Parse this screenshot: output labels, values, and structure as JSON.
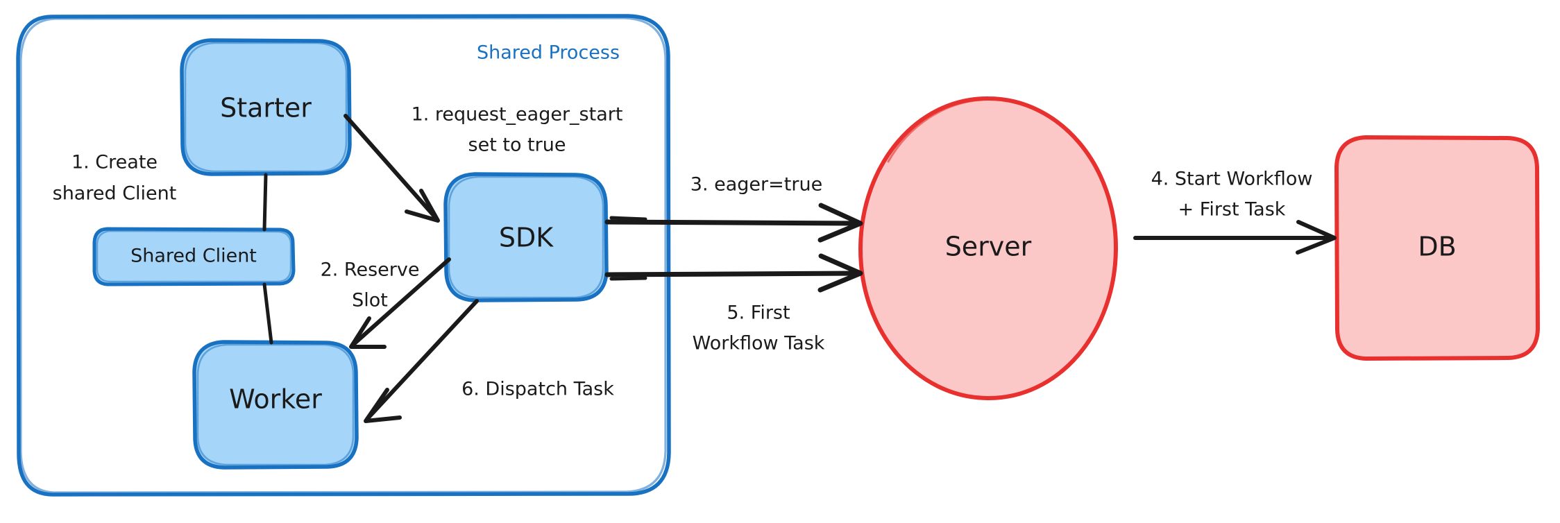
{
  "diagram": {
    "title_visible": false,
    "colors": {
      "blue_fill": "#a5d5f8",
      "blue_stroke": "#1971c2",
      "red_fill": "#fbc7c7",
      "red_stroke": "#e8302f",
      "line": "#1a1a1a",
      "background": "#ffffff"
    },
    "group": {
      "label": "Shared Process"
    },
    "nodes": {
      "starter": "Starter",
      "shared_client": "Shared Client",
      "worker": "Worker",
      "sdk": "SDK",
      "server": "Server",
      "db": "DB"
    },
    "edges": [
      {
        "id": "e1",
        "label": "1. Create\nshared Client",
        "line1": "1. Create",
        "line2": "shared Client"
      },
      {
        "id": "e2",
        "label": "1. request_eager_start\nset to true",
        "line1": "1. request_eager_start",
        "line2": "set to true"
      },
      {
        "id": "e3",
        "label": "2. Reserve\nSlot",
        "line1": "2. Reserve",
        "line2": "Slot"
      },
      {
        "id": "e4",
        "label": "3. eager=true",
        "line1": "3. eager=true",
        "line2": ""
      },
      {
        "id": "e5",
        "label": "4. Start Workflow\n+ First Task",
        "line1": "4. Start Workflow",
        "line2": "+ First Task"
      },
      {
        "id": "e6",
        "label": "5. First\nWorkflow Task",
        "line1": "5. First",
        "line2": "Workflow Task"
      },
      {
        "id": "e7",
        "label": "6. Dispatch Task",
        "line1": "6. Dispatch Task",
        "line2": ""
      }
    ]
  }
}
